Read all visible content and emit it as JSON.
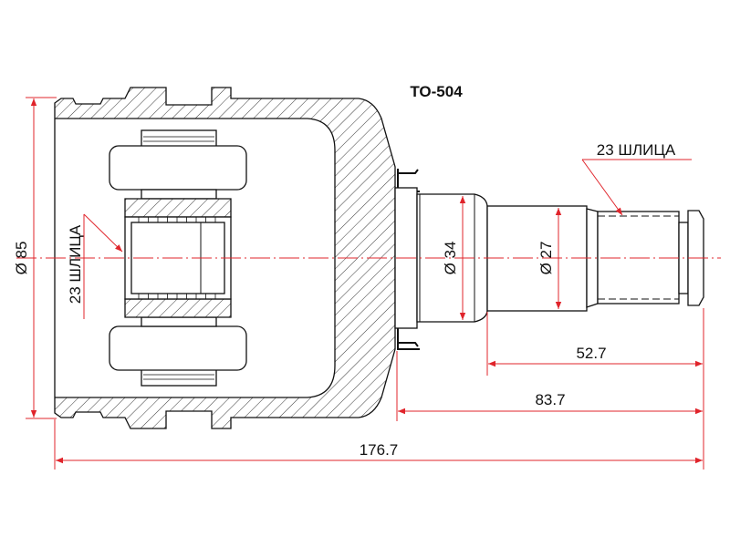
{
  "title": "TO-504",
  "dimensions": {
    "outer_diameter": "Ø 85",
    "shaft_diameter_1": "Ø 34",
    "shaft_diameter_2": "Ø 27",
    "length_stem": "52.7",
    "length_shaft": "83.7",
    "length_total": "176.7"
  },
  "splines": {
    "inner": "23 ШЛИЦА",
    "outer": "23 ШЛИЦА"
  },
  "colors": {
    "dimension": "#e0242b",
    "outline": "#111111"
  }
}
